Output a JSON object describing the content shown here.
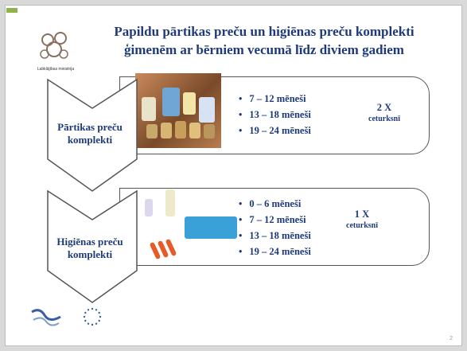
{
  "header": {
    "title_line1": "Papildu pārtikas preču un higiēnas preču komplekti",
    "title_line2": "ģimenēm ar bērniem vecumā līdz diviem gadiem",
    "logo_caption": "Labklājības ministrija",
    "accent_color": "#8fb24a",
    "title_color": "#1f3a7a"
  },
  "rows": [
    {
      "label_line1": "Pārtikas preču",
      "label_line2": "komplekti",
      "ages": [
        "7 – 12 mēneši",
        "13 – 18 mēneši",
        "19 – 24 mēneši"
      ],
      "frequency": "2 X",
      "frequency_unit": "ceturksnī",
      "image_icon": "food-products-photo"
    },
    {
      "label_line1": "Higiēnas preču",
      "label_line2": "komplekti",
      "ages": [
        "0 – 6 mēneši",
        "7 – 12 mēneši",
        "13 – 18 mēneši",
        "19 – 24 mēneši"
      ],
      "frequency": "1 X",
      "frequency_unit": "ceturksnī",
      "image_icon": "hygiene-products-photo"
    }
  ],
  "footer": {
    "page_number": "2"
  }
}
